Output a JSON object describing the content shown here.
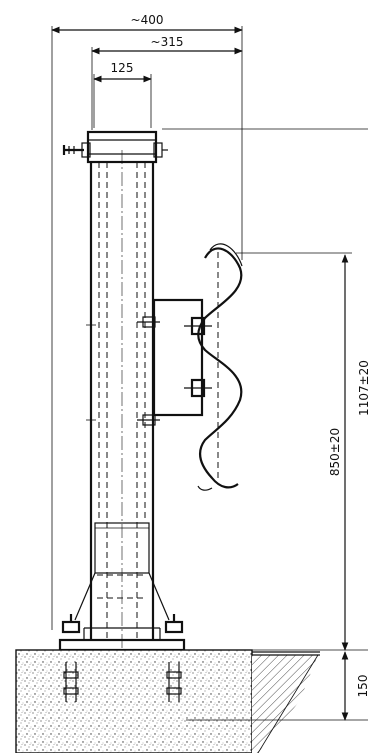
{
  "drawing": {
    "dimensions": {
      "overall_width": "~400",
      "bracket_width": "~315",
      "post_width": "125",
      "rail_height": "850±20",
      "total_height": "1107±20",
      "foundation_depth": "150"
    }
  }
}
